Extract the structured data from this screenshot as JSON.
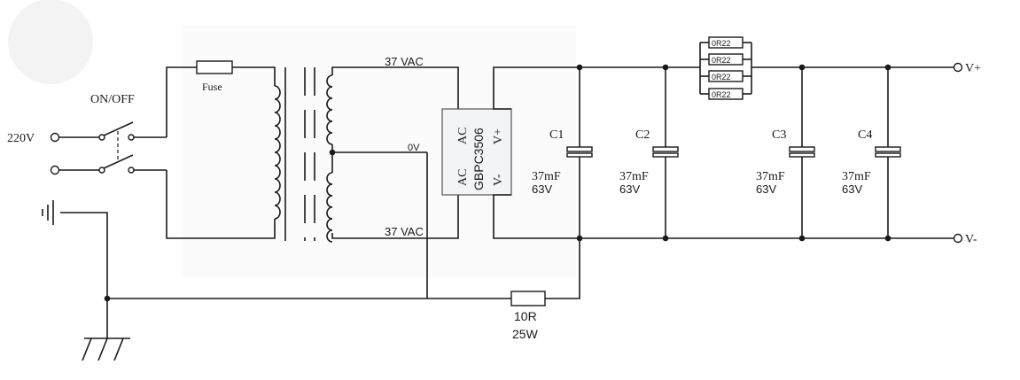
{
  "labels": {
    "switch": "ON/OFF",
    "mains": "220V",
    "fuse": "Fuse",
    "sec_top": "37 VAC",
    "sec_mid": "0V",
    "sec_bot": "37 VAC",
    "bridge_ac_left": "AC",
    "bridge_ac_right": "AC",
    "bridge_part": "GBPC3506",
    "bridge_vminus": "V-",
    "bridge_vplus": "V+",
    "resistor_value": "10R",
    "resistor_power": "25W",
    "out_plus": "V+",
    "out_minus": "V-",
    "shunt": [
      "0R22",
      "0R22",
      "0R22",
      "0R22"
    ]
  },
  "capacitors": [
    {
      "name": "C1",
      "value": "37mF",
      "voltage": "63V"
    },
    {
      "name": "C2",
      "value": "37mF",
      "voltage": "63V"
    },
    {
      "name": "C3",
      "value": "37mF",
      "voltage": "63V"
    },
    {
      "name": "C4",
      "value": "37mF",
      "voltage": "63V"
    }
  ]
}
